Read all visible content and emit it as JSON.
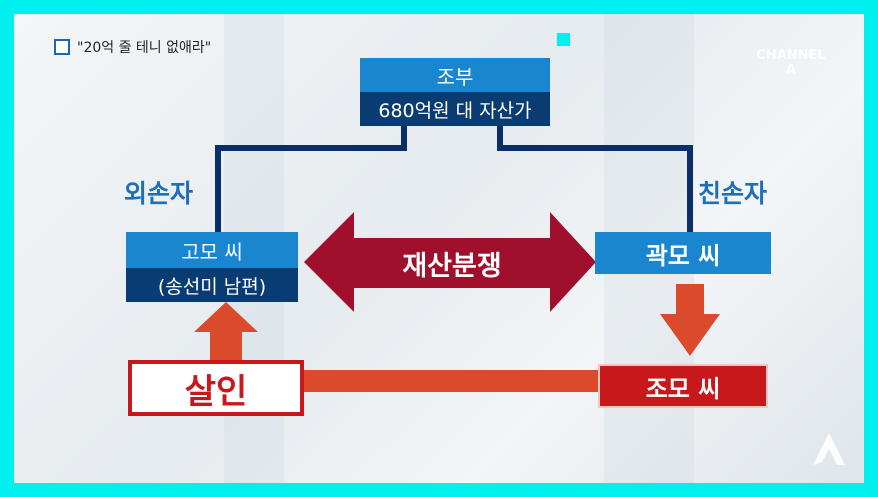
{
  "header": {
    "title": "\"20억 줄 테니 없애라\""
  },
  "logo": {
    "text": "CHANNEL A"
  },
  "nodes": {
    "grandfather": {
      "title": "조부",
      "subtitle": "680억원 대 자산가"
    },
    "mr_go": {
      "title": "고모 씨",
      "subtitle": "(송선미 남편)"
    },
    "mr_kwak": {
      "title": "곽모 씨"
    },
    "mr_jo": {
      "title": "조모 씨"
    }
  },
  "labels": {
    "maternal_grandson": "외손자",
    "paternal_grandson": "친손자",
    "dispute": "재산분쟁",
    "murder": "살인"
  },
  "colors": {
    "blue": "#1a86d0",
    "navy": "#0a3c74",
    "maroon": "#a0102c",
    "orange_red": "#dc4a2c",
    "red": "#c8181c",
    "label_blue": "#1d6fb8"
  },
  "icons": {
    "logo_mark": "channel-a-logo-icon"
  }
}
